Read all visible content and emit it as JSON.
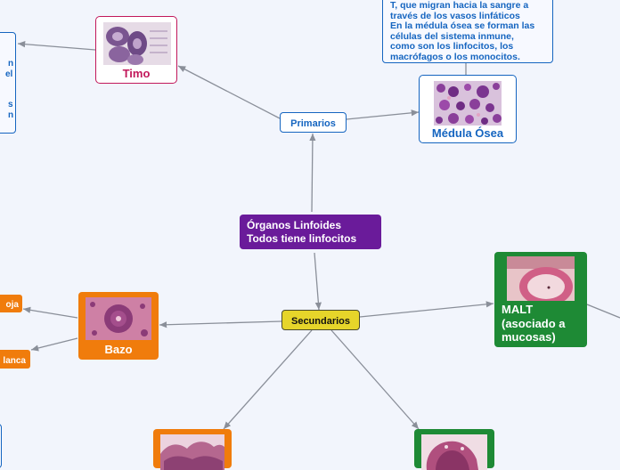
{
  "map": {
    "central": {
      "line1": "Órganos Linfoides",
      "line2": "Todos tiene linfocitos"
    },
    "primarios": {
      "label": "Primarios"
    },
    "secundarios": {
      "label": "Secundarios"
    },
    "timo": {
      "label": "Timo"
    },
    "medula": {
      "label": "Médula Ósea"
    },
    "note_medula": {
      "line1": "T, que migran hacia la sangre a",
      "line2": "través de los vasos linfáticos",
      "line3": "En la médula ósea se forman las",
      "line4": "células del sistema inmune,",
      "line5": "como son los linfocitos, los",
      "line6": "macrófagos o los monocitos."
    },
    "bazo": {
      "label": "Bazo",
      "sub1": "oja",
      "sub2": "lanca"
    },
    "malt": {
      "line1": "MALT",
      "line2": "(asociado a",
      "line3": "mucosas)"
    },
    "left_note_fragments": [
      "n",
      "el",
      "s",
      "n"
    ]
  },
  "colors": {
    "background": "#f2f5fc",
    "central": "#6a1b9a",
    "timo": "#c2185b",
    "medula": "#1565c0",
    "primarios": "#1565c0",
    "secundarios": "#e6d52a",
    "bazo": "#f07c0c",
    "malt": "#1e8a35",
    "connector": "#8a8f99"
  }
}
